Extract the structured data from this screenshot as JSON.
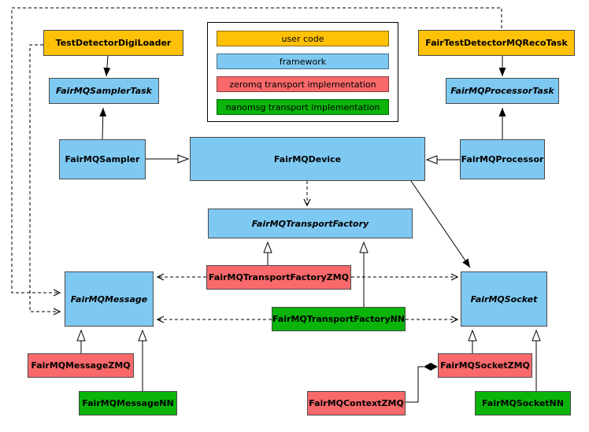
{
  "colors": {
    "user_code": "#FFC107",
    "framework": "#7EC9F2",
    "zeromq": "#F9696B",
    "nanomsg": "#0BB40B"
  },
  "legend": {
    "items": [
      {
        "label": "user code",
        "color": "#FFC107"
      },
      {
        "label": "framework",
        "color": "#7EC9F2"
      },
      {
        "label": "zeromq transport implementation",
        "color": "#F9696B"
      },
      {
        "label": "nanomsg transport implementation",
        "color": "#0BB40B"
      }
    ]
  },
  "nodes": {
    "test_detector_digi_loader": {
      "label": "TestDetectorDigiLoader",
      "category": "user_code"
    },
    "fair_test_detector_mq_reco_task": {
      "label": "FairTestDetectorMQRecoTask",
      "category": "user_code"
    },
    "fairmq_sampler_task": {
      "label": "FairMQSamplerTask",
      "category": "framework",
      "abstract": true
    },
    "fairmq_processor_task": {
      "label": "FairMQProcessorTask",
      "category": "framework",
      "abstract": true
    },
    "fairmq_sampler": {
      "label": "FairMQSampler",
      "category": "framework"
    },
    "fairmq_device": {
      "label": "FairMQDevice",
      "category": "framework"
    },
    "fairmq_processor": {
      "label": "FairMQProcessor",
      "category": "framework"
    },
    "fairmq_transport_factory": {
      "label": "FairMQTransportFactory",
      "category": "framework",
      "abstract": true
    },
    "fairmq_transport_factory_zmq": {
      "label": "FairMQTransportFactoryZMQ",
      "category": "zeromq"
    },
    "fairmq_transport_factory_nn": {
      "label": "FairMQTransportFactoryNN",
      "category": "nanomsg"
    },
    "fairmq_message": {
      "label": "FairMQMessage",
      "category": "framework",
      "abstract": true
    },
    "fairmq_socket": {
      "label": "FairMQSocket",
      "category": "framework",
      "abstract": true
    },
    "fairmq_message_zmq": {
      "label": "FairMQMessageZMQ",
      "category": "zeromq"
    },
    "fairmq_message_nn": {
      "label": "FairMQMessageNN",
      "category": "nanomsg"
    },
    "fairmq_socket_zmq": {
      "label": "FairMQSocketZMQ",
      "category": "zeromq"
    },
    "fairmq_socket_nn": {
      "label": "FairMQSocketNN",
      "category": "nanomsg"
    },
    "fairmq_context_zmq": {
      "label": "FairMQContextZMQ",
      "category": "zeromq"
    }
  }
}
